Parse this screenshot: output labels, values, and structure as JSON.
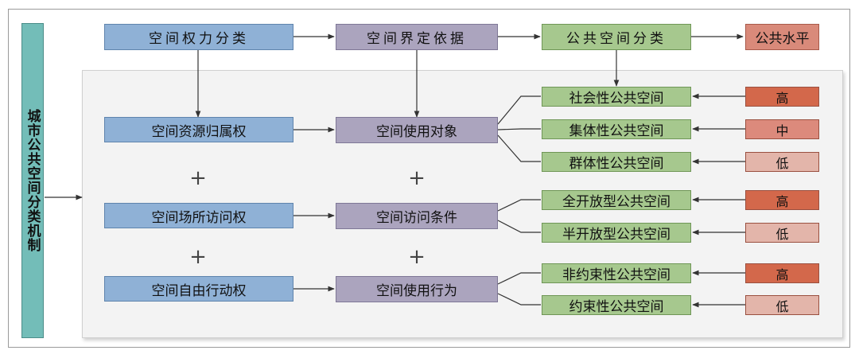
{
  "title": "城市公共空间分类机制",
  "header": {
    "col1": "空间权力分类",
    "col2": "空间界定依据",
    "col3": "公共空间分类",
    "col4": "公共水平"
  },
  "rights": [
    "空间资源归属权",
    "空间场所访问权",
    "空间自由行动权"
  ],
  "criteria": [
    "空间使用对象",
    "空间访问条件",
    "空间使用行为"
  ],
  "plus_sign": "+",
  "categories": [
    {
      "label": "社会性公共空间",
      "level": "高",
      "color": "#d3684b"
    },
    {
      "label": "集体性公共空间",
      "level": "中",
      "color": "#dc8a7c"
    },
    {
      "label": "群体性公共空间",
      "level": "低",
      "color": "#e3b5aa"
    },
    {
      "label": "全开放型公共空间",
      "level": "高",
      "color": "#d3684b"
    },
    {
      "label": "半开放型公共空间",
      "level": "低",
      "color": "#e3b5aa"
    },
    {
      "label": "非约束性公共空间",
      "level": "高",
      "color": "#d3684b"
    },
    {
      "label": "约束性公共空间",
      "level": "低",
      "color": "#e3b5aa"
    }
  ],
  "colors": {
    "header_level_fill": "#d98a7a",
    "vertical_title_fill": "#73bdb8"
  }
}
